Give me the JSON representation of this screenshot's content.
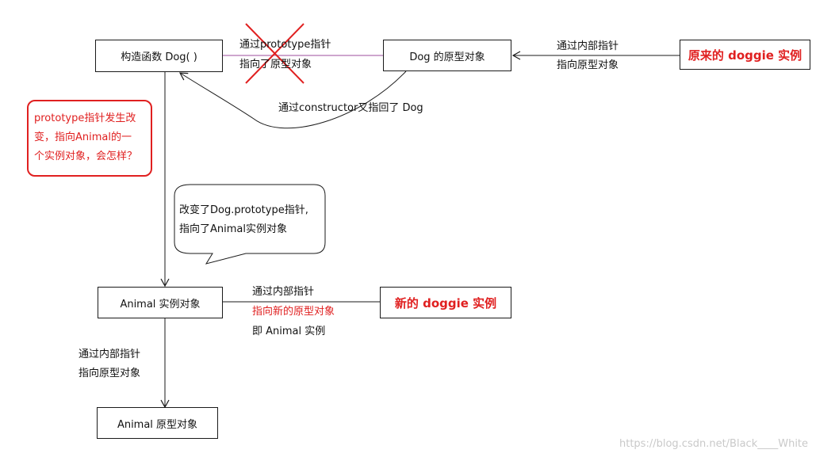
{
  "nodes": {
    "dog_constructor": "构造函数 Dog( )",
    "dog_prototype": "Dog 的原型对象",
    "original_instance": "原来的 doggie 实例",
    "animal_instance": "Animal 实例对象",
    "new_instance": "新的 doggie 实例",
    "animal_prototype": "Animal 原型对象"
  },
  "edge_labels": {
    "prototype_line1": "通过prototype指针",
    "prototype_line2": "指向了原型对象",
    "constructor": "通过constructor又指回了 Dog",
    "orig_internal_1": "通过内部指针",
    "orig_internal_2": "指向原型对象",
    "new_internal_1": "通过内部指针",
    "new_internal_2": "指向新的原型对象",
    "new_internal_3": "即 Animal 实例",
    "animal_internal_1": "通过内部指针",
    "animal_internal_2": "指向原型对象"
  },
  "question_note": {
    "line1": "prototype指针发生改",
    "line2": "变，指向Animal的一",
    "line3": "个实例对象，会怎样？"
  },
  "speech_bubble": {
    "line1": "改变了Dog.prototype指针,",
    "line2": "指向了Animal实例对象"
  },
  "watermark": "https://blog.csdn.net/Black____White",
  "colors": {
    "accent_red": "#e02020",
    "prototype_line": "#b070b0",
    "stroke": "#1a1a1a"
  }
}
